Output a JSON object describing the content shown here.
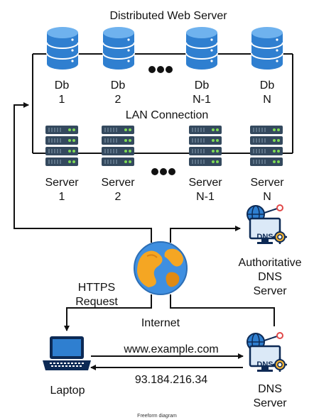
{
  "title": "Distributed Web Server",
  "lan_label": "LAN Connection",
  "databases": [
    {
      "line1": "Db",
      "line2": "1"
    },
    {
      "line1": "Db",
      "line2": "2"
    },
    {
      "line1": "Db",
      "line2": "N-1"
    },
    {
      "line1": "Db",
      "line2": "N"
    }
  ],
  "servers": [
    {
      "line1": "Server",
      "line2": "1"
    },
    {
      "line1": "Server",
      "line2": "2"
    },
    {
      "line1": "Server",
      "line2": "N-1"
    },
    {
      "line1": "Server",
      "line2": "N"
    }
  ],
  "auth_dns": {
    "line1": "Authoritative",
    "line2": "DNS",
    "line3": "Server"
  },
  "dns_server": {
    "line1": "DNS",
    "line2": "Server"
  },
  "dns_icon_text": "DNS",
  "https_label": {
    "line1": "HTTPS",
    "line2": "Request"
  },
  "internet_label": "Internet",
  "laptop_label": "Laptop",
  "domain_label": "www.example.com",
  "ip_label": "93.184.216.34",
  "footer_text": "Freeform diagram",
  "colors": {
    "db_blue": "#2f7fd0",
    "db_light": "#6fb2ee",
    "server_dark": "#34495e",
    "server_led": "#7ed957",
    "dns_accent": "#e04848"
  }
}
